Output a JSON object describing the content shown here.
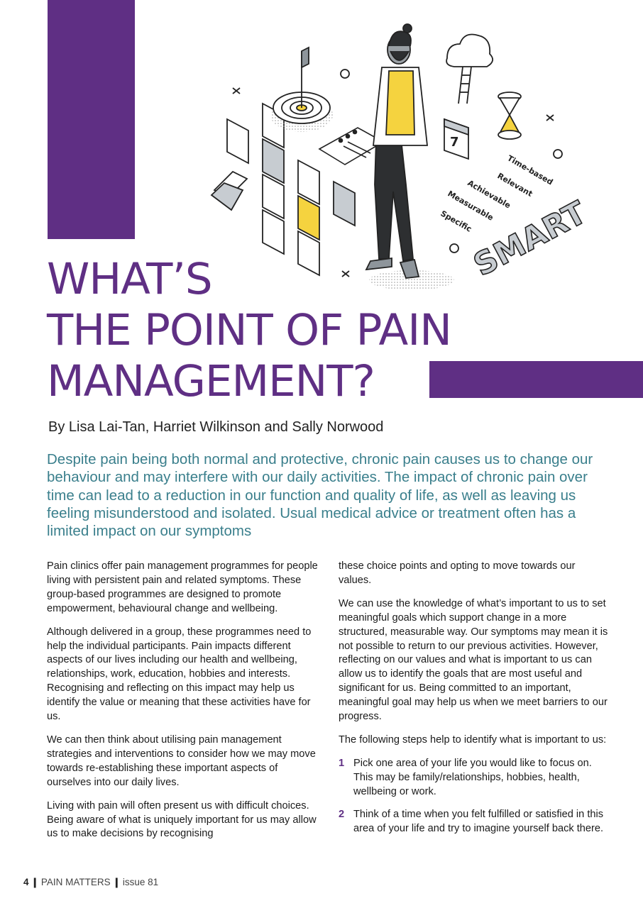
{
  "title": {
    "line1": "WHAT’S",
    "line2": "THE POINT OF PAIN",
    "line3": "MANAGEMENT?"
  },
  "byline": "By Lisa Lai-Tan, Harriet Wilkinson and Sally Norwood",
  "standfirst": "Despite pain being both normal and protective, chronic pain causes us to change our behaviour and may interfere with our daily activities. The impact of chronic pain over time can lead to a reduction in our function and quality of life, as well as leaving us feeling misunderstood and isolated. Usual medical advice or treatment often has a limited impact on our symptoms",
  "illustration": {
    "smart_text": "SMART",
    "labels": [
      "Time-based",
      "Relevant",
      "Achievable",
      "Measurable",
      "Specific"
    ],
    "calendar_day": "7"
  },
  "left_column": [
    "Pain clinics offer pain management programmes for people living with persistent pain and related symptoms. These group-based programmes are designed to promote empowerment, behavioural change and wellbeing.",
    "Although delivered in a group, these programmes need to help the individual participants. Pain impacts different aspects of our lives including our health and wellbeing, relationships, work, education, hobbies and interests. Recognising and reflecting on this impact may help us identify the value or meaning that these activities have for us.",
    "We can then think about utilising pain management strategies and interventions to consider how we may move towards re-establishing these important aspects of ourselves into our daily lives.",
    "Living with pain will often present us with difficult choices. Being aware of what is uniquely important for us may allow us to make decisions by recognising"
  ],
  "right_column": [
    "these choice points and opting to move towards our values.",
    "We can use the knowledge of what’s important to us to set meaningful goals which support change in a more structured, measurable way. Our symptoms may mean it is not possible to return to our previous activities. However, reflecting on our values and what is important to us can allow us to identify the goals that are most useful and significant for us. Being committed to an important, meaningful goal may help us when we meet barriers to our progress.",
    "The following steps help to identify what is important to us:"
  ],
  "steps": [
    {
      "num": "1",
      "text": "Pick one area of your life you would like to focus on. This may be family/relationships, hobbies, health, wellbeing or work."
    },
    {
      "num": "2",
      "text": "Think of a time when you felt fulfilled or satisfied in this area of your life and try to imagine yourself back there."
    }
  ],
  "footer": {
    "page": "4",
    "publication": "PAIN MATTERS",
    "issue": "issue 81"
  },
  "colors": {
    "purple": "#5f2f84",
    "teal": "#3a7f8c",
    "yellow": "#f5d33f"
  }
}
